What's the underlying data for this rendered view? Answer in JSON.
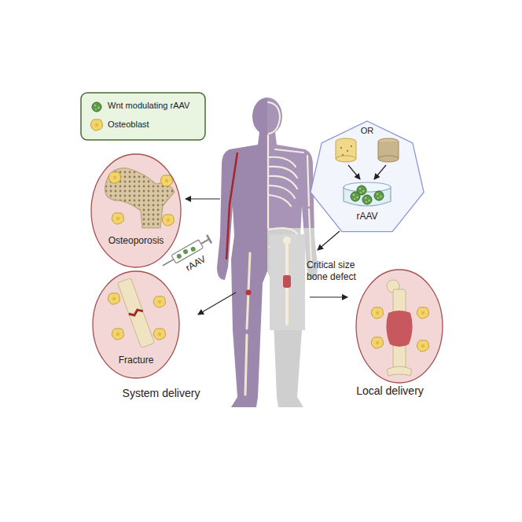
{
  "diagram": {
    "nodes": [
      {
        "text": [
          "Osteoporosis"
        ]
      },
      {
        "text": [
          "OR",
          "rAAV"
        ]
      },
      {
        "text": [
          "Fracture"
        ]
      }
    ],
    "labels": [
      "rAAV",
      "Critical size bone defect",
      "System delivery",
      "Local delivery"
    ],
    "legend": [
      {
        "text": "Wnt modulating rAAV"
      },
      {
        "text": "Osteoblast"
      }
    ]
  }
}
